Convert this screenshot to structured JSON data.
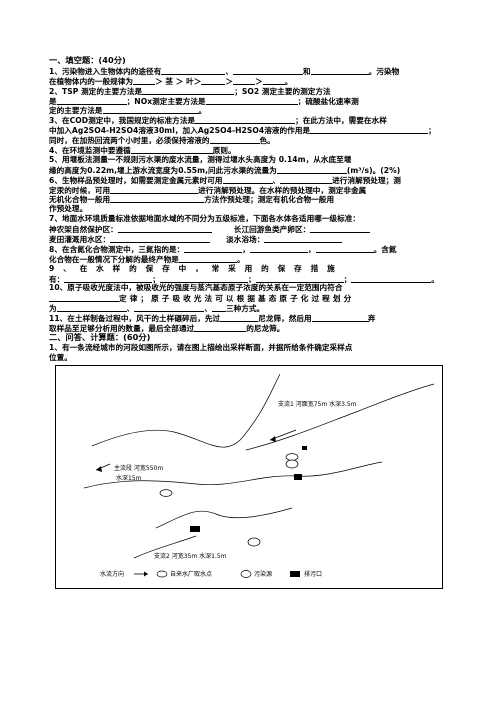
{
  "doc": {
    "section1_title": "一、填空题：(40分)",
    "q1a": "1、污染物进入生物体内的途径有",
    "q1b": "、",
    "q1c": "和",
    "q1d": "。污染物",
    "q1e": "在植物体内的一般规律为",
    "q1f": "＞ 茎 ＞ 叶＞",
    "q1g": "＞",
    "q1h": "＞",
    "q1i": "。",
    "q2a": "2、TSP 测定的主要方法是",
    "q2b": "；SO2 测定主要的测定方法",
    "q2c": "是",
    "q2d": "；NOx测定主要方法是",
    "q2e": "；硫酸盐化速率测",
    "q2f": "定的主要方法是",
    "q2g": "。",
    "q3a": "3、在COD测定中，我国规定的标准方法是",
    "q3b": "；在此方法中，需要在水样",
    "q3c": "中加入Ag2SO4-H2SO4溶液30ml，加入Ag2SO4-H2SO4溶液的作用是",
    "q3d": "；",
    "q3e": "同时，在加热回流两个小时里，必须保持溶液的",
    "q3f": "色。",
    "q4a": "4、在环境监测中要遵循",
    "q4b": "原则。",
    "q5a": "5、用堰板法测量一不规则污水渠的废水流量，测得过堰水头高度为 0.14m，从水底至堰",
    "q5b": "缘的高度为0.22m,堰上游水流宽度为0.55m,问此污水渠的流量为",
    "q5c": "(m³/s)。(2%)",
    "q6a": "6、生物样品预处理时，如需要测定金属元素时可用",
    "q6b": "、",
    "q6c": "进行消解预处理；测",
    "q6d": "定汞的时候，可用",
    "q6e": "进行消解预处理。在水样的预处理中，测定非金属",
    "q6f": "无机化合物一般用",
    "q6g": "方法作预处理；测定有机化合物一般用",
    "q6h": "作预处理。",
    "q7a": "7、地面水环境质量标准依据地面水域的不同分为五级标准，下面各水体各适用哪一级标准：",
    "q7b": "神农架自然保护区：",
    "q7c": "长江回游鱼类产卵区：",
    "q7d": "麦田灌溉用水区：",
    "q7e": "淡水浴场：",
    "q8a": "8、在含氮化合物测定中，三氮指的是：",
    "q8b": "，",
    "q8c": "，",
    "q8d": "。含氮",
    "q8e": "化合物在一般情况下分解的最终产物是",
    "q8f": "。",
    "q9a": "9、在水样的保存中，常采用的保存措施",
    "q9b": "有：",
    "q9c": "；",
    "q9d": "；",
    "q9e": "；",
    "q9f": "。",
    "q10a": "10、原子吸收光度法中，被吸收光的强度与蒸汽基态原子浓度的关系在一定范围内符合",
    "q10b": "定律；原子吸收光法可以根据基态原子化过程划分",
    "q10c": "为",
    "q10d": "、",
    "q10e": "三种方式。",
    "q11a": "11、在土样制备过程中，风干的土样碾碎后，先过",
    "q11b": "尼龙筛，然后用",
    "q11c": "弃",
    "q11d": "取样品至足够分析用的数量，最后全部通过",
    "q11e": "的尼龙筛。",
    "section2_title": "二、问答、计算题：(60分)",
    "p1a": "1、有一条流经城市的河段如图所示，请在图上描绘出采样断面，并据所给条件确定采样点",
    "p1b": "位置。"
  },
  "figure": {
    "branch1_label": "支流1  河面宽75m  水深3.5m",
    "main_label": "主流段  河宽550m",
    "main_depth": "水深15m",
    "branch2_label": "支流2  河宽35m  水深1.5m",
    "legend_flow": "水流方向",
    "legend_intake": "自来水厂取水点",
    "legend_pollution": "污染源",
    "legend_outlet": "排污口"
  }
}
